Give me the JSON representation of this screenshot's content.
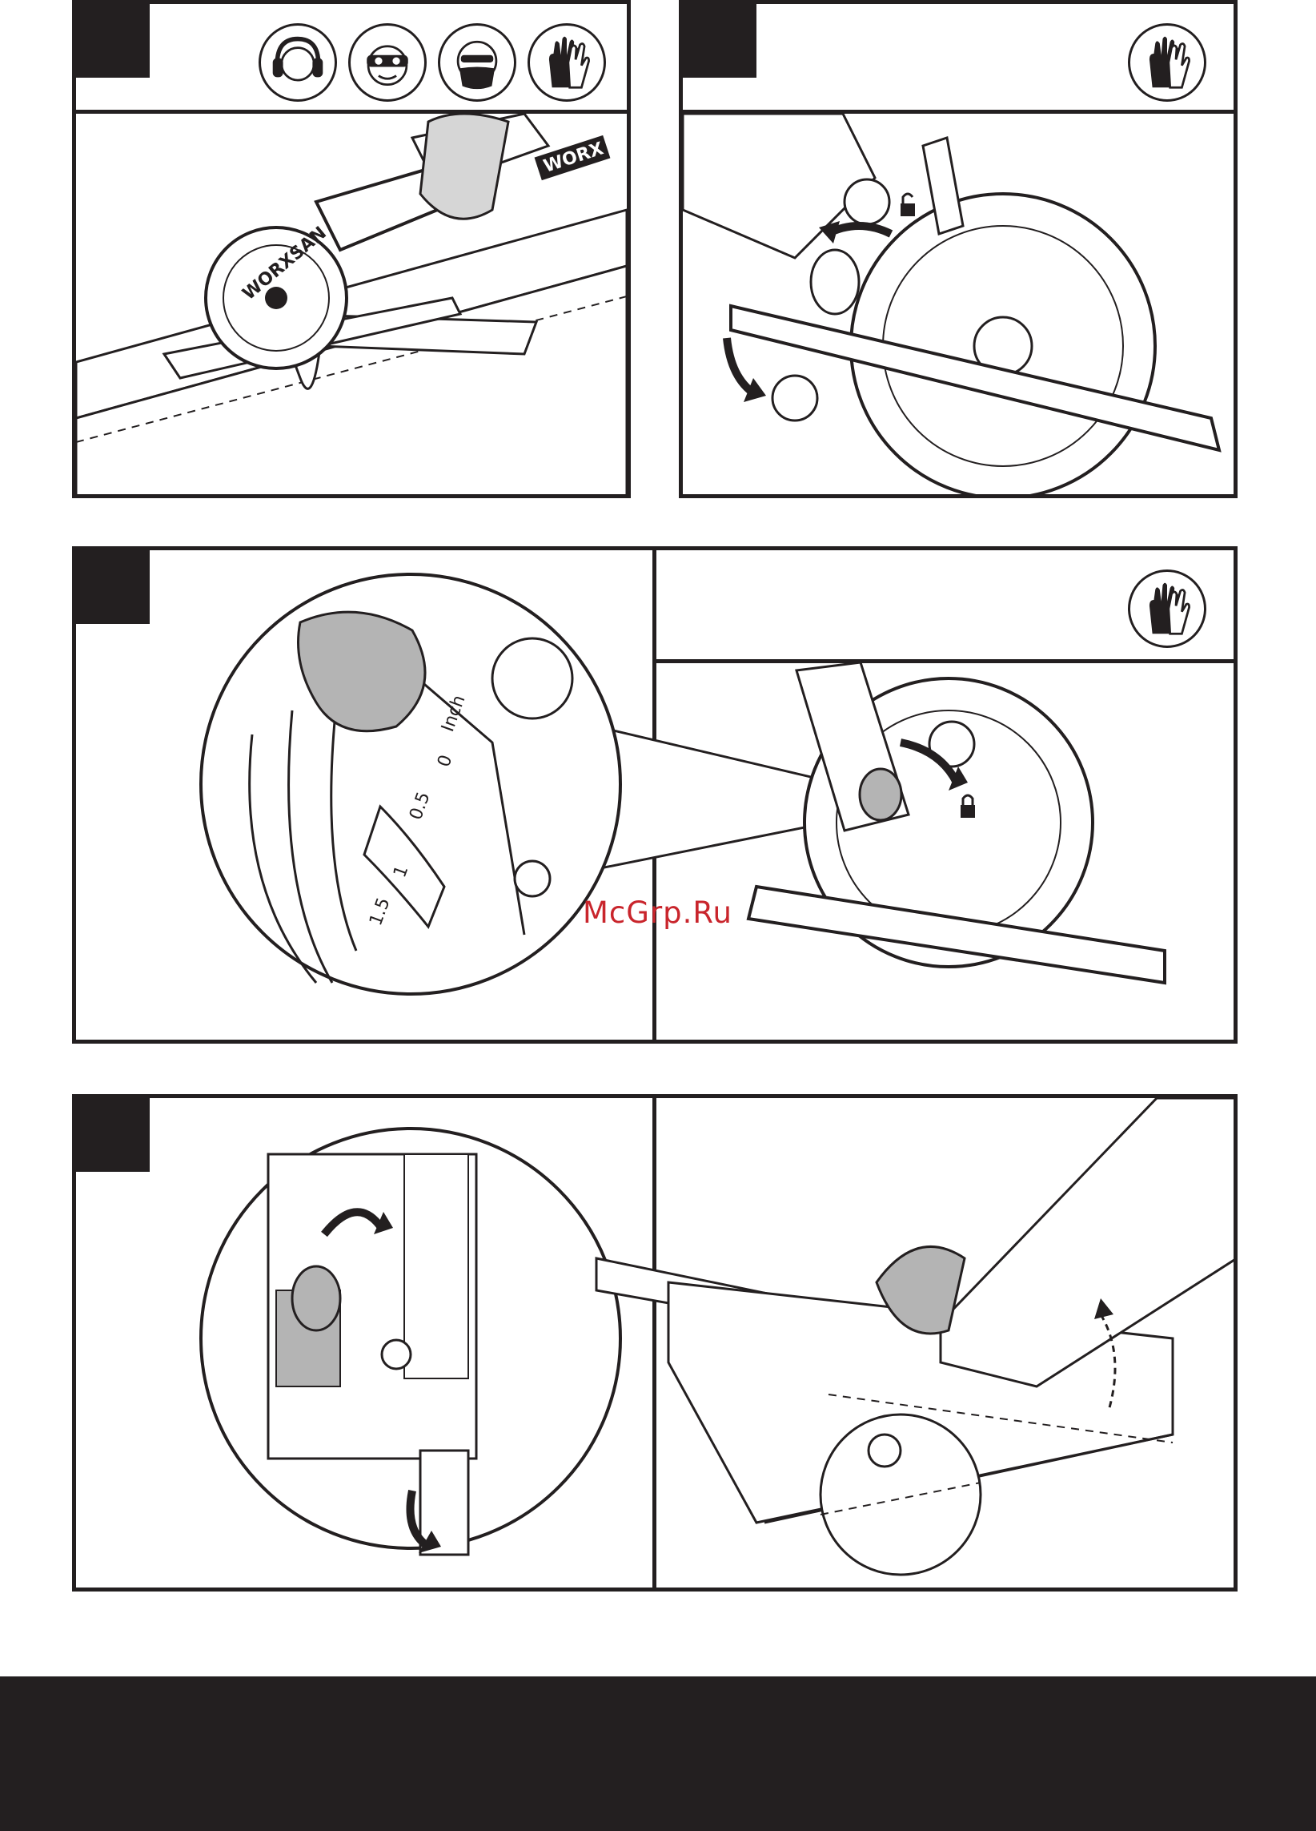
{
  "watermark": {
    "text": "McGrp.Ru",
    "color": "#c9252c"
  },
  "brand_labels": {
    "worx": "WORX",
    "worxsan": "WORXSAN"
  },
  "scale_labels": {
    "unit": "Inch",
    "zero": "0",
    "half": "0.5",
    "one": "1",
    "one_half": "1.5"
  },
  "colors": {
    "ink": "#231f20",
    "shade": "#b4b4b4",
    "paper": "#ffffff"
  },
  "icons": [
    "ear-protection-icon",
    "eye-protection-icon",
    "dust-mask-icon",
    "gloves-icon",
    "lock-open-icon",
    "lock-closed-icon"
  ]
}
